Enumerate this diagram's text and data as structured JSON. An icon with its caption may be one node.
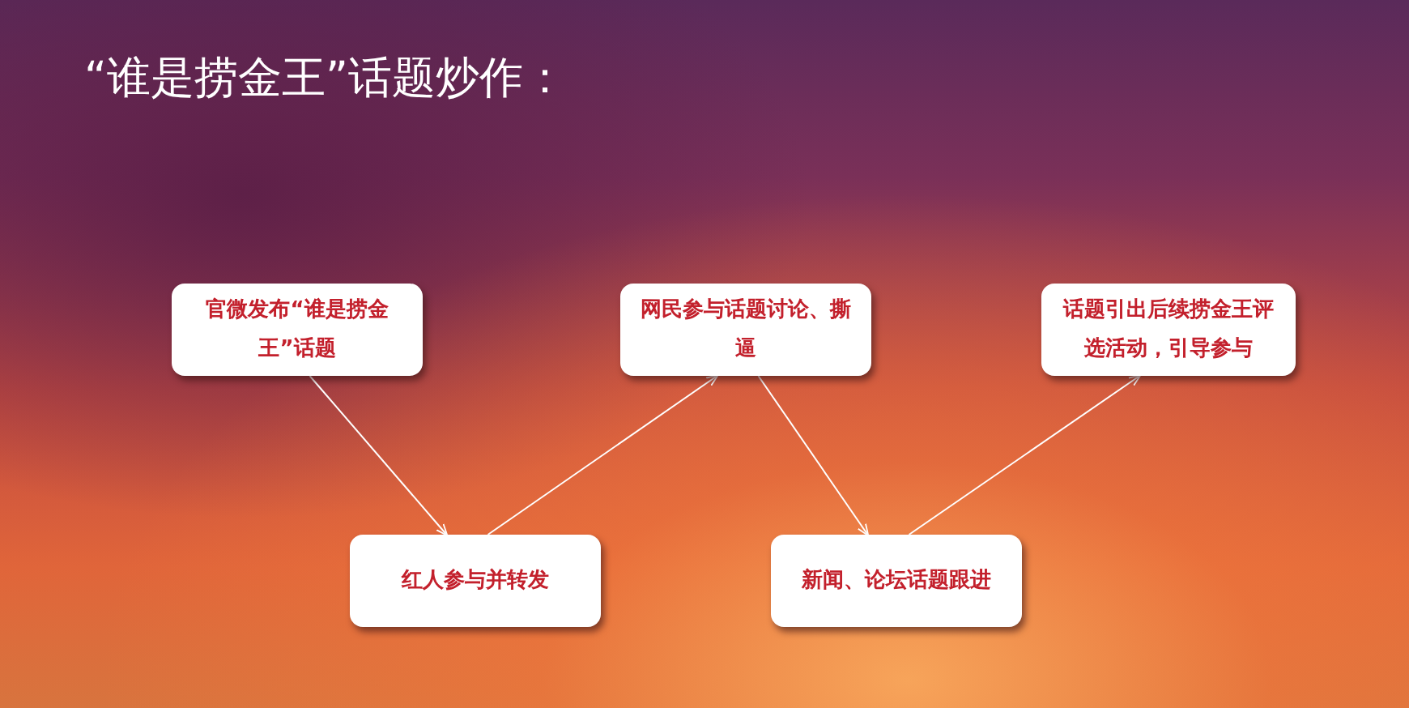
{
  "diagram": {
    "title": "“谁是捞金王”话题炒作：",
    "nodes": [
      {
        "text": [
          "官微发布“谁是捞金王”话题"
        ]
      },
      {
        "text": [
          "网民参与话题讨论、撕逼"
        ]
      },
      {
        "text": [
          "话题引出后续捞金王评选活动，引导参与"
        ]
      },
      {
        "text": [
          "红人参与并转发"
        ]
      },
      {
        "text": [
          "新闻、论坛话题跟进"
        ]
      }
    ],
    "edges": [
      {
        "from": 0,
        "to": 3,
        "arrow": "to"
      },
      {
        "from": 3,
        "to": 1,
        "arrow": "to"
      },
      {
        "from": 1,
        "to": 4,
        "arrow": "to"
      },
      {
        "from": 4,
        "to": 2,
        "arrow": "to"
      }
    ]
  }
}
